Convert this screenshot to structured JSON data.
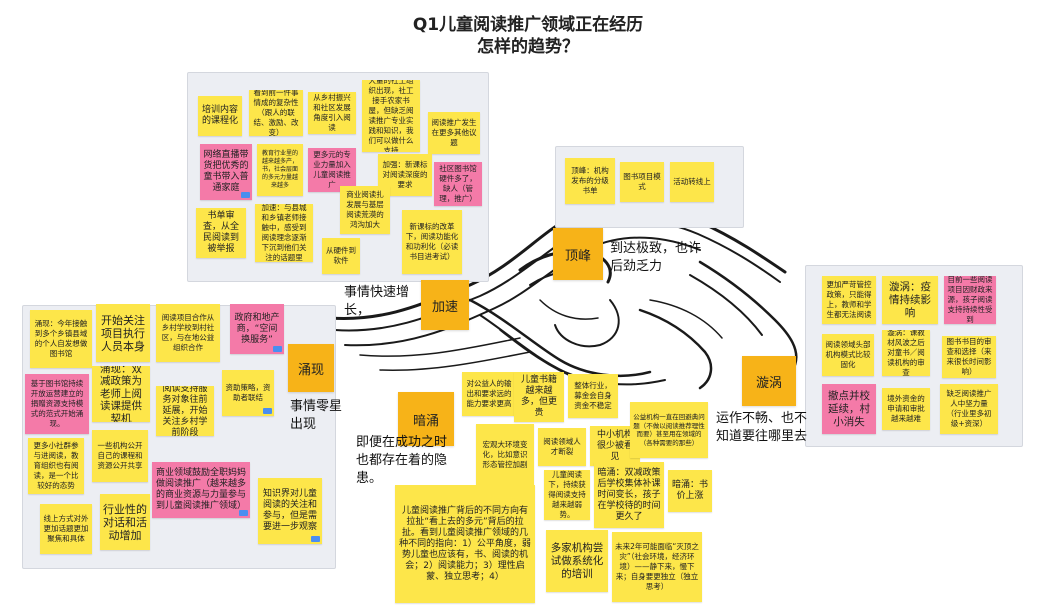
{
  "title": [
    "Q1儿童阅读推广领域正在经历",
    "怎样的趋势？"
  ],
  "stages": {
    "acceleration": {
      "tag": "加速",
      "desc": "事情快速增长，"
    },
    "peak": {
      "tag": "顶峰",
      "desc": "到达极致，也许后劲乏力"
    },
    "vortex": {
      "tag": "漩涡",
      "desc": "运作不畅、也不知道要往哪里去"
    },
    "undercurrent": {
      "tag": "暗涌",
      "desc": "即便在成功之时也都存在着的隐患。"
    },
    "emergence": {
      "tag": "涌现",
      "desc": "事情零星出现"
    }
  },
  "notes_accel": [
    "培训内容的课程化",
    "看到前一件事情成的复杂性（跟人的联结、激励、改变）",
    "从乡村振兴和社区发展角度引入阅读",
    "大量的社工组织出现，社工接手农家书屋，但缺乏阅读推广专业实践和知识，我们可以做什么支持",
    "阅读推广发生在更多其他议题",
    "网络直播带货把优秀的童书带入普通家庭",
    "教育行业里的越来越多产，书，社会层面的多元力量越来越多",
    "更多元的专业力量加入儿童阅读推广",
    "加强：新课标对阅读深度的要求",
    "社区图书馆硬件多了，缺人（管理，推广）",
    "书单审查，从全民阅读到被举报",
    "加速：与县城和乡镇老师接触中，感受到阅读理念逐渐下沉到他们关注的话题里",
    "商业阅读扎发展与基层阅读荒漠的鸿沟加大",
    "从硬件到软件",
    "新课标的改革下，阅读功能化和功利化（必读书目进考试）"
  ],
  "notes_peak": [
    "顶峰：机构发布的分级书单",
    "图书项目模式",
    "活动转线上"
  ],
  "notes_vortex": [
    "更加严苛管控政策，只能得上，教师和学生都无法阅读",
    "漩涡：疫情持续影响",
    "目前一些阅读项目因财政来源，孩子阅读支持持续性受到",
    "阅读领域头部机构模式比较固化",
    "漩涡：课教材风波之后对童书／阅读机构的审查",
    "图书书目的审查和选择（来来很长时间影响）",
    "撤点并校延续，村小消失",
    "境外资金的申请和审批越来越难",
    "缺乏阅读推广人中坚力量（行业里多初级+资深）"
  ],
  "notes_emerge": [
    "涌现：今年接触到多个乡镇县域的个人自发想做图书馆",
    "开始关注项目执行人员本身",
    "阅读项目合作从乡村学校到村社区，与在地公益组织合作",
    "政府和地产商，“空间换服务”",
    "基于图书馆持续开放运营建立的捐赠资源支持模式的范式开始涌现。",
    "涌现：双减政策为老师上阅读课提供契机",
    "阅读支持服务对象往前延展，开始关注乡村学前阶段",
    "资助策略，资助者联结",
    "更多小社群参与进阅读，教育组织也有阅读，是一个比较好的态势",
    "一些机构公开自己的课程和资源公开共享",
    "商业领域鼓励全职妈妈做阅读推广（越来越多的商业资源与力量参与到儿童阅读推广领域）",
    "线上方式对外更加话题更加聚焦和具体",
    "行业性的对话和活动增加",
    "知识界对儿童阅读的关注和参与，但是需要进一步观察"
  ],
  "notes_under": [
    "对公益人的输出和要求远的能力要求更高",
    "儿童书籍越来越多，但更贵",
    "整体行业，募金会自身资金不稳定",
    "宏观大环境变化，比如意识形态管控加剧",
    "阅读领域人才断裂",
    "中小机构很少被看见",
    "公益机构一直在回避典问题（不做以阅读推荐理性而要）甚至用在领域的（各种需要的那些）",
    "儿童阅读下，持续获得阅读支持越来越弱势。",
    "暗涌：双减政策后学校集体补课时间变长，孩子在学校待的时间更久了",
    "暗涌：书价上涨",
    "儿童阅读推广背后的不同方向有拉扯“看上去的多元”背后的拉扯。看到儿童阅读推广领域的几种不同的指向：1）公平角度，弱势儿童也应该有，书、阅读的机会；2）阅读能力；3）理性启蒙、独立思考；4）",
    "多家机构尝试做系统化的培训",
    "未来2年可能面临“灭顶之灾”（社会环境，经济环境）——静下来，慢下来；自身要更独立（独立思考）"
  ]
}
